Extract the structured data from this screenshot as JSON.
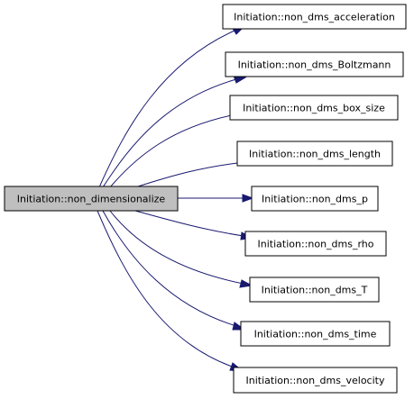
{
  "graph": {
    "root": {
      "label": "Initiation::non_dimensionalize"
    },
    "callees": [
      {
        "label": "Initiation::non_dms_acceleration"
      },
      {
        "label": "Initiation::non_dms_Boltzmann"
      },
      {
        "label": "Initiation::non_dms_box_size"
      },
      {
        "label": "Initiation::non_dms_length"
      },
      {
        "label": "Initiation::non_dms_p"
      },
      {
        "label": "Initiation::non_dms_rho"
      },
      {
        "label": "Initiation::non_dms_T"
      },
      {
        "label": "Initiation::non_dms_time"
      },
      {
        "label": "Initiation::non_dms_velocity"
      }
    ],
    "colors": {
      "edge": "#191970",
      "root_fill": "#bfbfbf",
      "node_fill": "#ffffff",
      "node_border": "#000000"
    }
  }
}
